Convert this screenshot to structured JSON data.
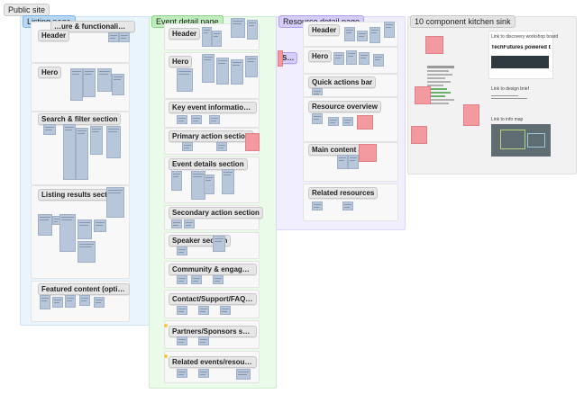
{
  "board": {
    "title": "Public site"
  },
  "frames": {
    "listing": {
      "title": "Listing page",
      "sections": [
        "…ure & functionali…",
        "Header",
        "Hero",
        "Search & filter section",
        "Listing results section",
        "Featured content (optio…"
      ]
    },
    "event": {
      "title": "Event detail page",
      "sections": [
        "Header",
        "Hero",
        "Key event information …",
        "Primary action section",
        "Event details section",
        "Secondary action section",
        "Speaker section",
        "Community & engagem…",
        "Contact/Support/FAQ s…",
        "Partners/Sponsors sect…",
        "Related events/resourc…"
      ]
    },
    "resource": {
      "title": "Resource detail page",
      "sections": [
        "Header",
        "Hero",
        "Quick actions bar",
        "Resource overview",
        "Main content area",
        "Related resources"
      ],
      "side_tag": "S…"
    },
    "kitchen": {
      "title": "10 component kitchen sink",
      "cards": {
        "c1_title": "Link to discovery workshop board",
        "c1_big": "TechFutures powered by Lilli",
        "c2_title": "Link to design brief",
        "c3_title": "Link to info map"
      }
    }
  }
}
